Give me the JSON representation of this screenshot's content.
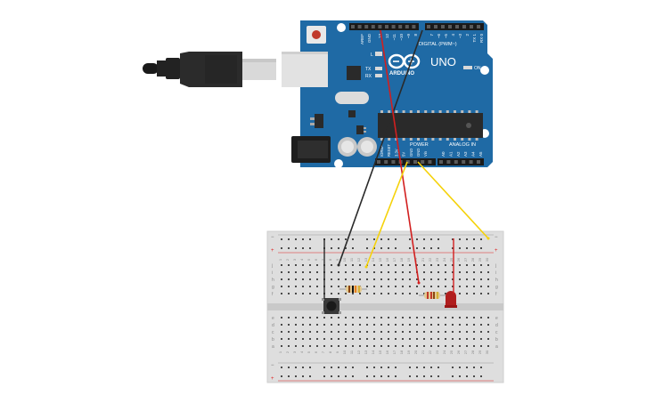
{
  "board": {
    "logo_text": "ARDUINO",
    "model_text": "UNO",
    "on_label": "ON",
    "led_l_label": "L",
    "tx_label": "TX",
    "rx_label": "RX",
    "digital_header": "DIGITAL (PWM~)",
    "power_header": "POWER",
    "analog_header": "ANALOG IN",
    "top_pins": [
      "AREF",
      "GND",
      "13",
      "12",
      "~11",
      "~10",
      "~9",
      "8",
      "7",
      "~6",
      "~5",
      "4",
      "~3",
      "2",
      "TX 1",
      "RX 0"
    ],
    "power_pins": [
      "IOREF",
      "RESET",
      "3.3V",
      "5V",
      "GND",
      "GND",
      "Vin"
    ],
    "analog_pins": [
      "A0",
      "A1",
      "A2",
      "A3",
      "A4",
      "A5"
    ]
  },
  "breadboard": {
    "rail_plus": "+",
    "rail_minus": "−",
    "row_letters_top": [
      "j",
      "i",
      "h",
      "g",
      "f"
    ],
    "row_letters_bottom": [
      "e",
      "d",
      "c",
      "b",
      "a"
    ],
    "columns": 30
  },
  "colors": {
    "board_blue": "#1f6aa5",
    "wire_red": "#d21f1f",
    "wire_black": "#2a2a2a",
    "wire_yellow": "#f5d20a",
    "led_red": "#b01e1e"
  }
}
